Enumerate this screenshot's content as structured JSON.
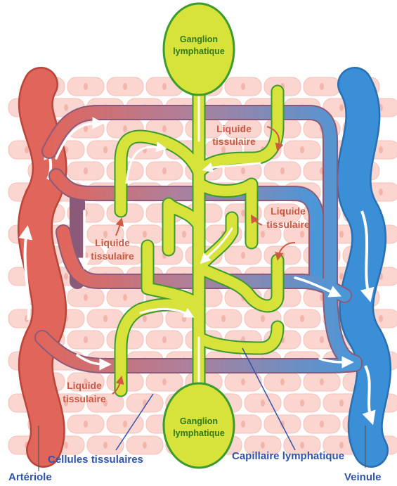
{
  "labels": {
    "ganglion_top_line1": "Ganglion",
    "ganglion_top_line2": "lymphatique",
    "ganglion_bottom_line1": "Ganglion",
    "ganglion_bottom_line2": "lymphatique",
    "fluid_1_line1": "Liquide",
    "fluid_1_line2": "tissulaire",
    "fluid_2_line1": "Liquide",
    "fluid_2_line2": "tissulaire",
    "fluid_3_line1": "Liquide",
    "fluid_3_line2": "tissulaire",
    "fluid_4_line1": "Liquide",
    "fluid_4_line2": "tissulaire",
    "arteriole": "Artériole",
    "venule": "Veinule",
    "tissue_cells": "Cellules tissulaires",
    "lymph_capillary": "Capillaire lymphatique"
  },
  "colors": {
    "background": "#ffffff",
    "tissue_cell_fill": "#fbd6d0",
    "tissue_cell_stroke": "#f6c2b9",
    "arterial_red": "#e0655a",
    "arterial_outline": "#b9443a",
    "venous_blue": "#3a8fd6",
    "venous_outline": "#2a6fb0",
    "lymph_yellow": "#d7e23a",
    "lymph_outline": "#3c9a2e",
    "label_red": "#c85a43",
    "label_blue": "#2f54a8"
  }
}
